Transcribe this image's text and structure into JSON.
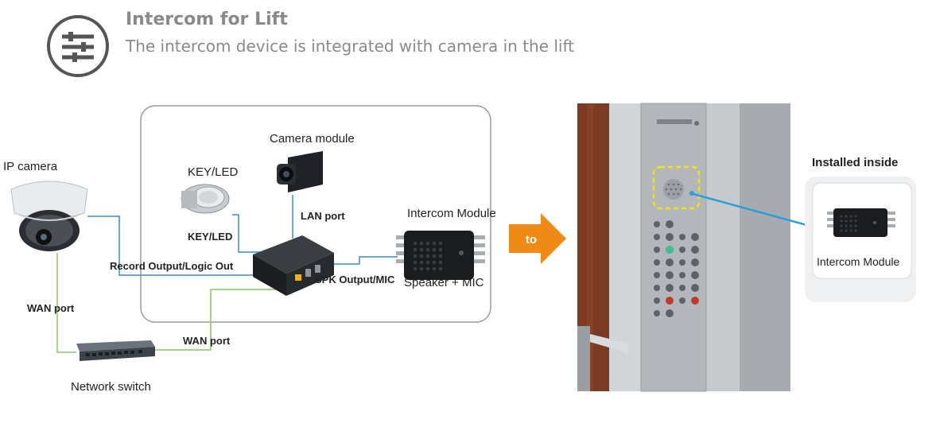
{
  "header": {
    "title": "Intercom for Lift",
    "subtitle": "The intercom device is integrated with camera in the lift",
    "icon": "sliders-icon"
  },
  "diagram": {
    "ip_camera": "IP camera",
    "key_led": "KEY/LED",
    "camera_module": "Camera module",
    "intercom_module": "Intercom Module",
    "lan_port": "LAN port",
    "key_led_port": "KEY/LED",
    "record_output": "Record Output/Logic Out",
    "spk_output": "SPK Output/MIC",
    "speaker_mic": "Speaker + MIC",
    "wan_port_left": "WAN port",
    "wan_port_bottom": "WAN port",
    "network_switch": "Network switch",
    "arrow_label": "to",
    "installed_inside": "Installed inside",
    "intercom_module_inset": "Intercom Module"
  },
  "colors": {
    "header_gray": "#8a8a8a",
    "arrow_orange": "#ef8a17",
    "wire_blue": "#3a8fc2",
    "wire_green": "#8cc26a",
    "highlight_yellow": "#f2e400",
    "pointer_blue": "#2a9fd8"
  }
}
